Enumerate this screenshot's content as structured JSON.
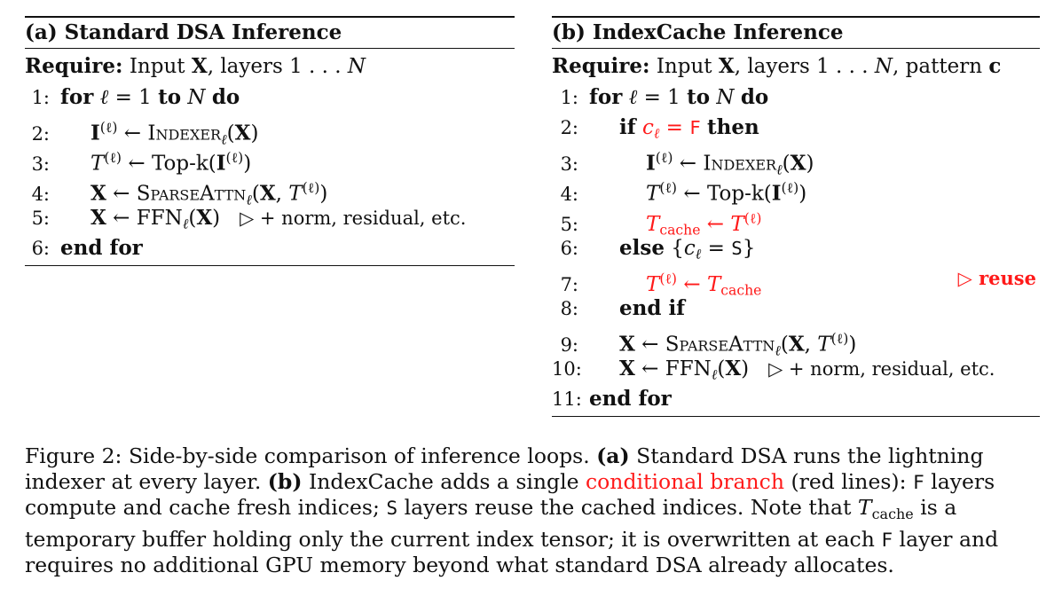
{
  "panel_a": {
    "title": "(a) Standard DSA Inference",
    "require_kw": "Require:",
    "require_text": "Input",
    "require_x": "X",
    "require_rest": ", layers 1 . . . ",
    "require_n": "N",
    "lines": [
      {
        "no": "1:"
      },
      {
        "no": "2:"
      },
      {
        "no": "3:"
      },
      {
        "no": "4:"
      },
      {
        "no": "5:",
        "comment": "▷ + norm, residual, etc."
      },
      {
        "no": "6:"
      }
    ]
  },
  "panel_b": {
    "title": "(b) IndexCache Inference",
    "require_kw": "Require:",
    "require_text": "Input",
    "require_x": "X",
    "require_rest": ", layers 1 . . . ",
    "require_n": "N",
    "require_tail": ", pattern",
    "require_c": "c",
    "lines": [
      {
        "no": "1:"
      },
      {
        "no": "2:"
      },
      {
        "no": "3:"
      },
      {
        "no": "4:"
      },
      {
        "no": "5:"
      },
      {
        "no": "6:"
      },
      {
        "no": "7:",
        "comment": "▷ reuse"
      },
      {
        "no": "8:"
      },
      {
        "no": "9:"
      },
      {
        "no": "10:",
        "comment": "▷ + norm, residual, etc."
      },
      {
        "no": "11:"
      }
    ]
  },
  "keywords": {
    "for": "for",
    "to": "to",
    "do": "do",
    "end_for": "end for",
    "if": "if",
    "then": "then",
    "else": "else",
    "end_if": "end if"
  },
  "ops": {
    "indexer": "Indexer",
    "topk": "Top-k",
    "sparse_attn": "SparseAttn",
    "ffn": "FFN",
    "cache": "cache",
    "F": "F",
    "S": "S"
  },
  "caption": {
    "line1_a": "Figure 2: Side-by-side comparison of inference loops.",
    "line1_b": "(a)",
    "line1_c": "Standard DSA runs the lightning",
    "line2_a": "indexer at every layer.",
    "line2_b": "(b)",
    "line2_c": "IndexCache adds a single",
    "line2_red": "conditional branch",
    "line2_d": "(red lines):",
    "line2_F": "F",
    "line2_e": "layers",
    "line3_a": "compute and cache fresh indices;",
    "line3_S": "S",
    "line3_b": "layers reuse the cached indices. Note that",
    "line3_t": "T",
    "line3_sub": "cache",
    "line3_c": "is a",
    "line4_a": "temporary buffer holding only the current index tensor; it is overwritten at each",
    "line4_F": "F",
    "line4_b": "layer and",
    "line5": "requires no additional GPU memory beyond what standard DSA already allocates."
  },
  "colors": {
    "text": "#111111",
    "red": "#ff1a1a"
  }
}
